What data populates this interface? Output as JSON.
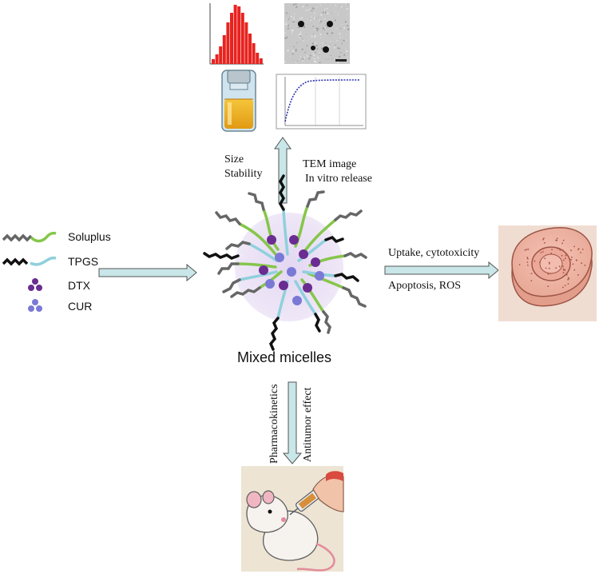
{
  "legend": {
    "soluplus": "Soluplus",
    "tpgs": "TPGS",
    "dtx": "DTX",
    "cur": "CUR"
  },
  "center_title": "Mixed micelles",
  "top_labels": {
    "size": "Size",
    "stability": "Stability",
    "tem": "TEM image",
    "release": "In vitro  release"
  },
  "right_labels": {
    "uptake": "Uptake, cytotoxicity",
    "apoptosis": "Apoptosis, ROS"
  },
  "bottom_labels": {
    "pk": "Pharmacokinetics",
    "antitumor": "Antitumor effect"
  },
  "colors": {
    "soluplus_green": "#86c64a",
    "tpgs_blue": "#8fd0dc",
    "dtx_purple": "#6a2c91",
    "cur_blue": "#7b79d6",
    "arrow_fill": "#c9e6e8",
    "histogram_red": "#e8231f"
  }
}
